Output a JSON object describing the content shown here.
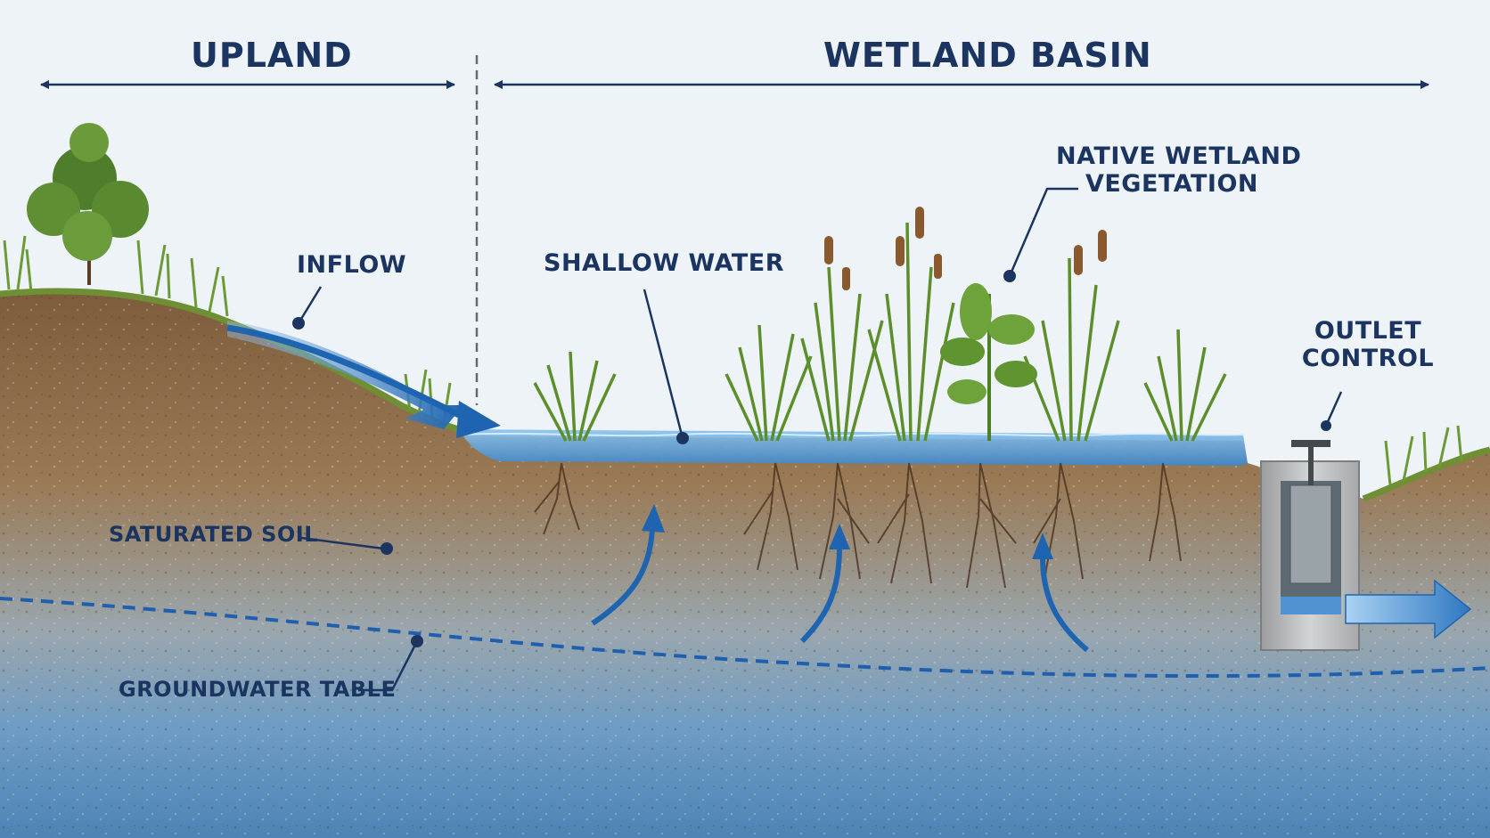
{
  "zones": {
    "upland": "UPLAND",
    "wetland_basin": "WETLAND BASIN"
  },
  "callouts": {
    "inflow": "INFLOW",
    "shallow_water": "SHALLOW WATER",
    "native_vegetation_line1": "NATIVE WETLAND",
    "native_vegetation_line2": "VEGETATION",
    "outlet_line1": "OUTLET",
    "outlet_line2": "CONTROL",
    "saturated_soil": "SATURATED SOIL",
    "groundwater_table": "GROUNDWATER TABLE"
  },
  "colors": {
    "label_navy": "#1b3560",
    "sky": "#eef3f8",
    "soil": "#8a6a46",
    "groundwater": "#5b8db8",
    "surface_water": "#5aa0d6",
    "flow_arrow": "#1f64b0",
    "vegetation": "#5f8f2f"
  },
  "icons": {
    "zone_arrows": "double-headed-arrow",
    "inflow": "curved-flow-arrow",
    "upwelling": "upward-curved-arrow",
    "outflow": "outflow-arrow",
    "outlet_structure": "concrete-weir-box"
  }
}
